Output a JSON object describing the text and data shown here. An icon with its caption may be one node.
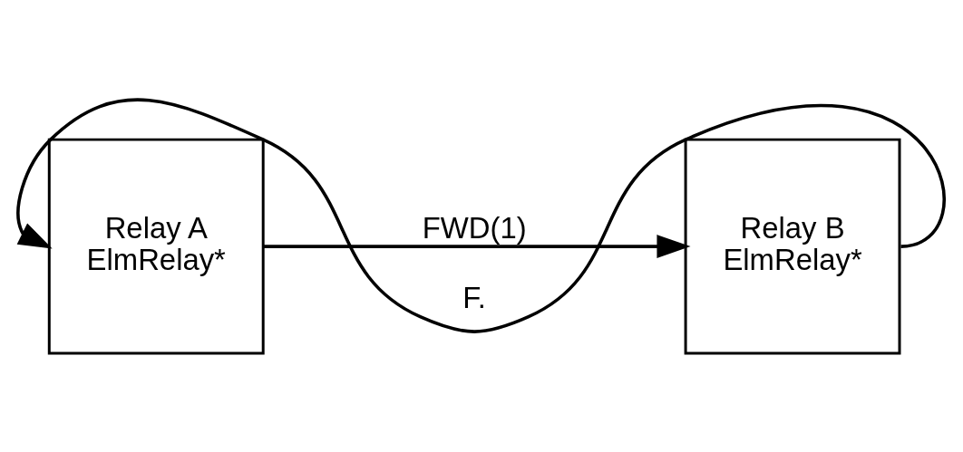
{
  "diagram": {
    "nodes": [
      {
        "text": [
          "Relay A",
          "ElmRelay*"
        ]
      },
      {
        "text": [
          "Relay B",
          "ElmRelay*"
        ]
      }
    ],
    "edges": [
      {
        "from": 0,
        "to": 1,
        "arrow": "to",
        "label": "FWD(1)"
      },
      {
        "from": 1,
        "to": 0,
        "arrow": "to",
        "label": "F."
      }
    ]
  }
}
